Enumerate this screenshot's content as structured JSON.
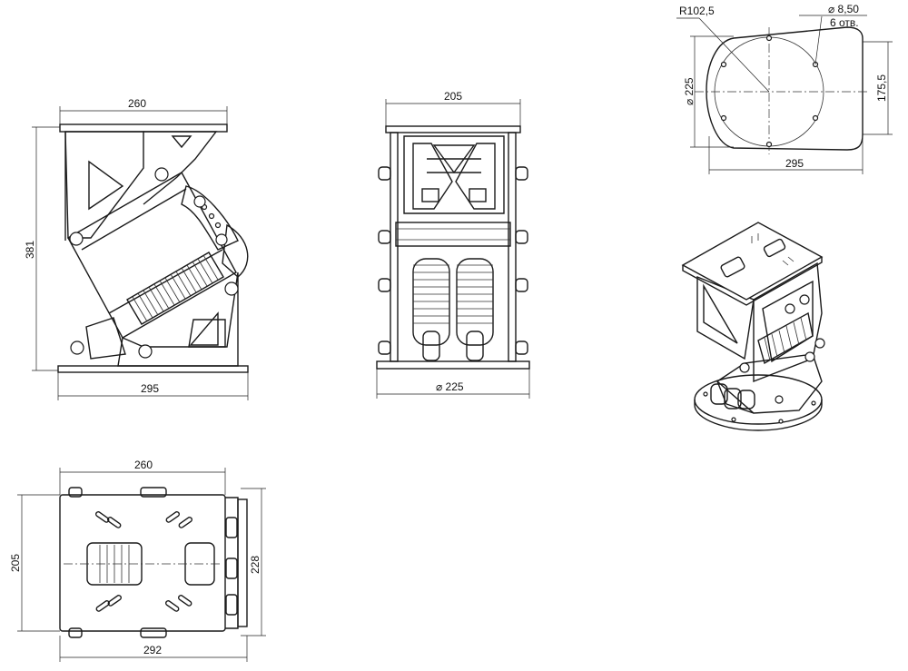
{
  "side_view": {
    "top_width": "260",
    "height": "381",
    "base_width": "295"
  },
  "front_view": {
    "top_width": "205",
    "base_diameter": "⌀ 225"
  },
  "top_plan": {
    "radius": "R102,5",
    "hole_diameter": "⌀ 8,50",
    "hole_count": "6 отв.",
    "diameter": "⌀ 225",
    "height": "175,5",
    "length": "295"
  },
  "bottom_view": {
    "top_width": "260",
    "left_height": "205",
    "right_height": "228",
    "bottom_width": "292"
  },
  "colors": {
    "line": "#1a1a1a",
    "background": "#ffffff"
  }
}
